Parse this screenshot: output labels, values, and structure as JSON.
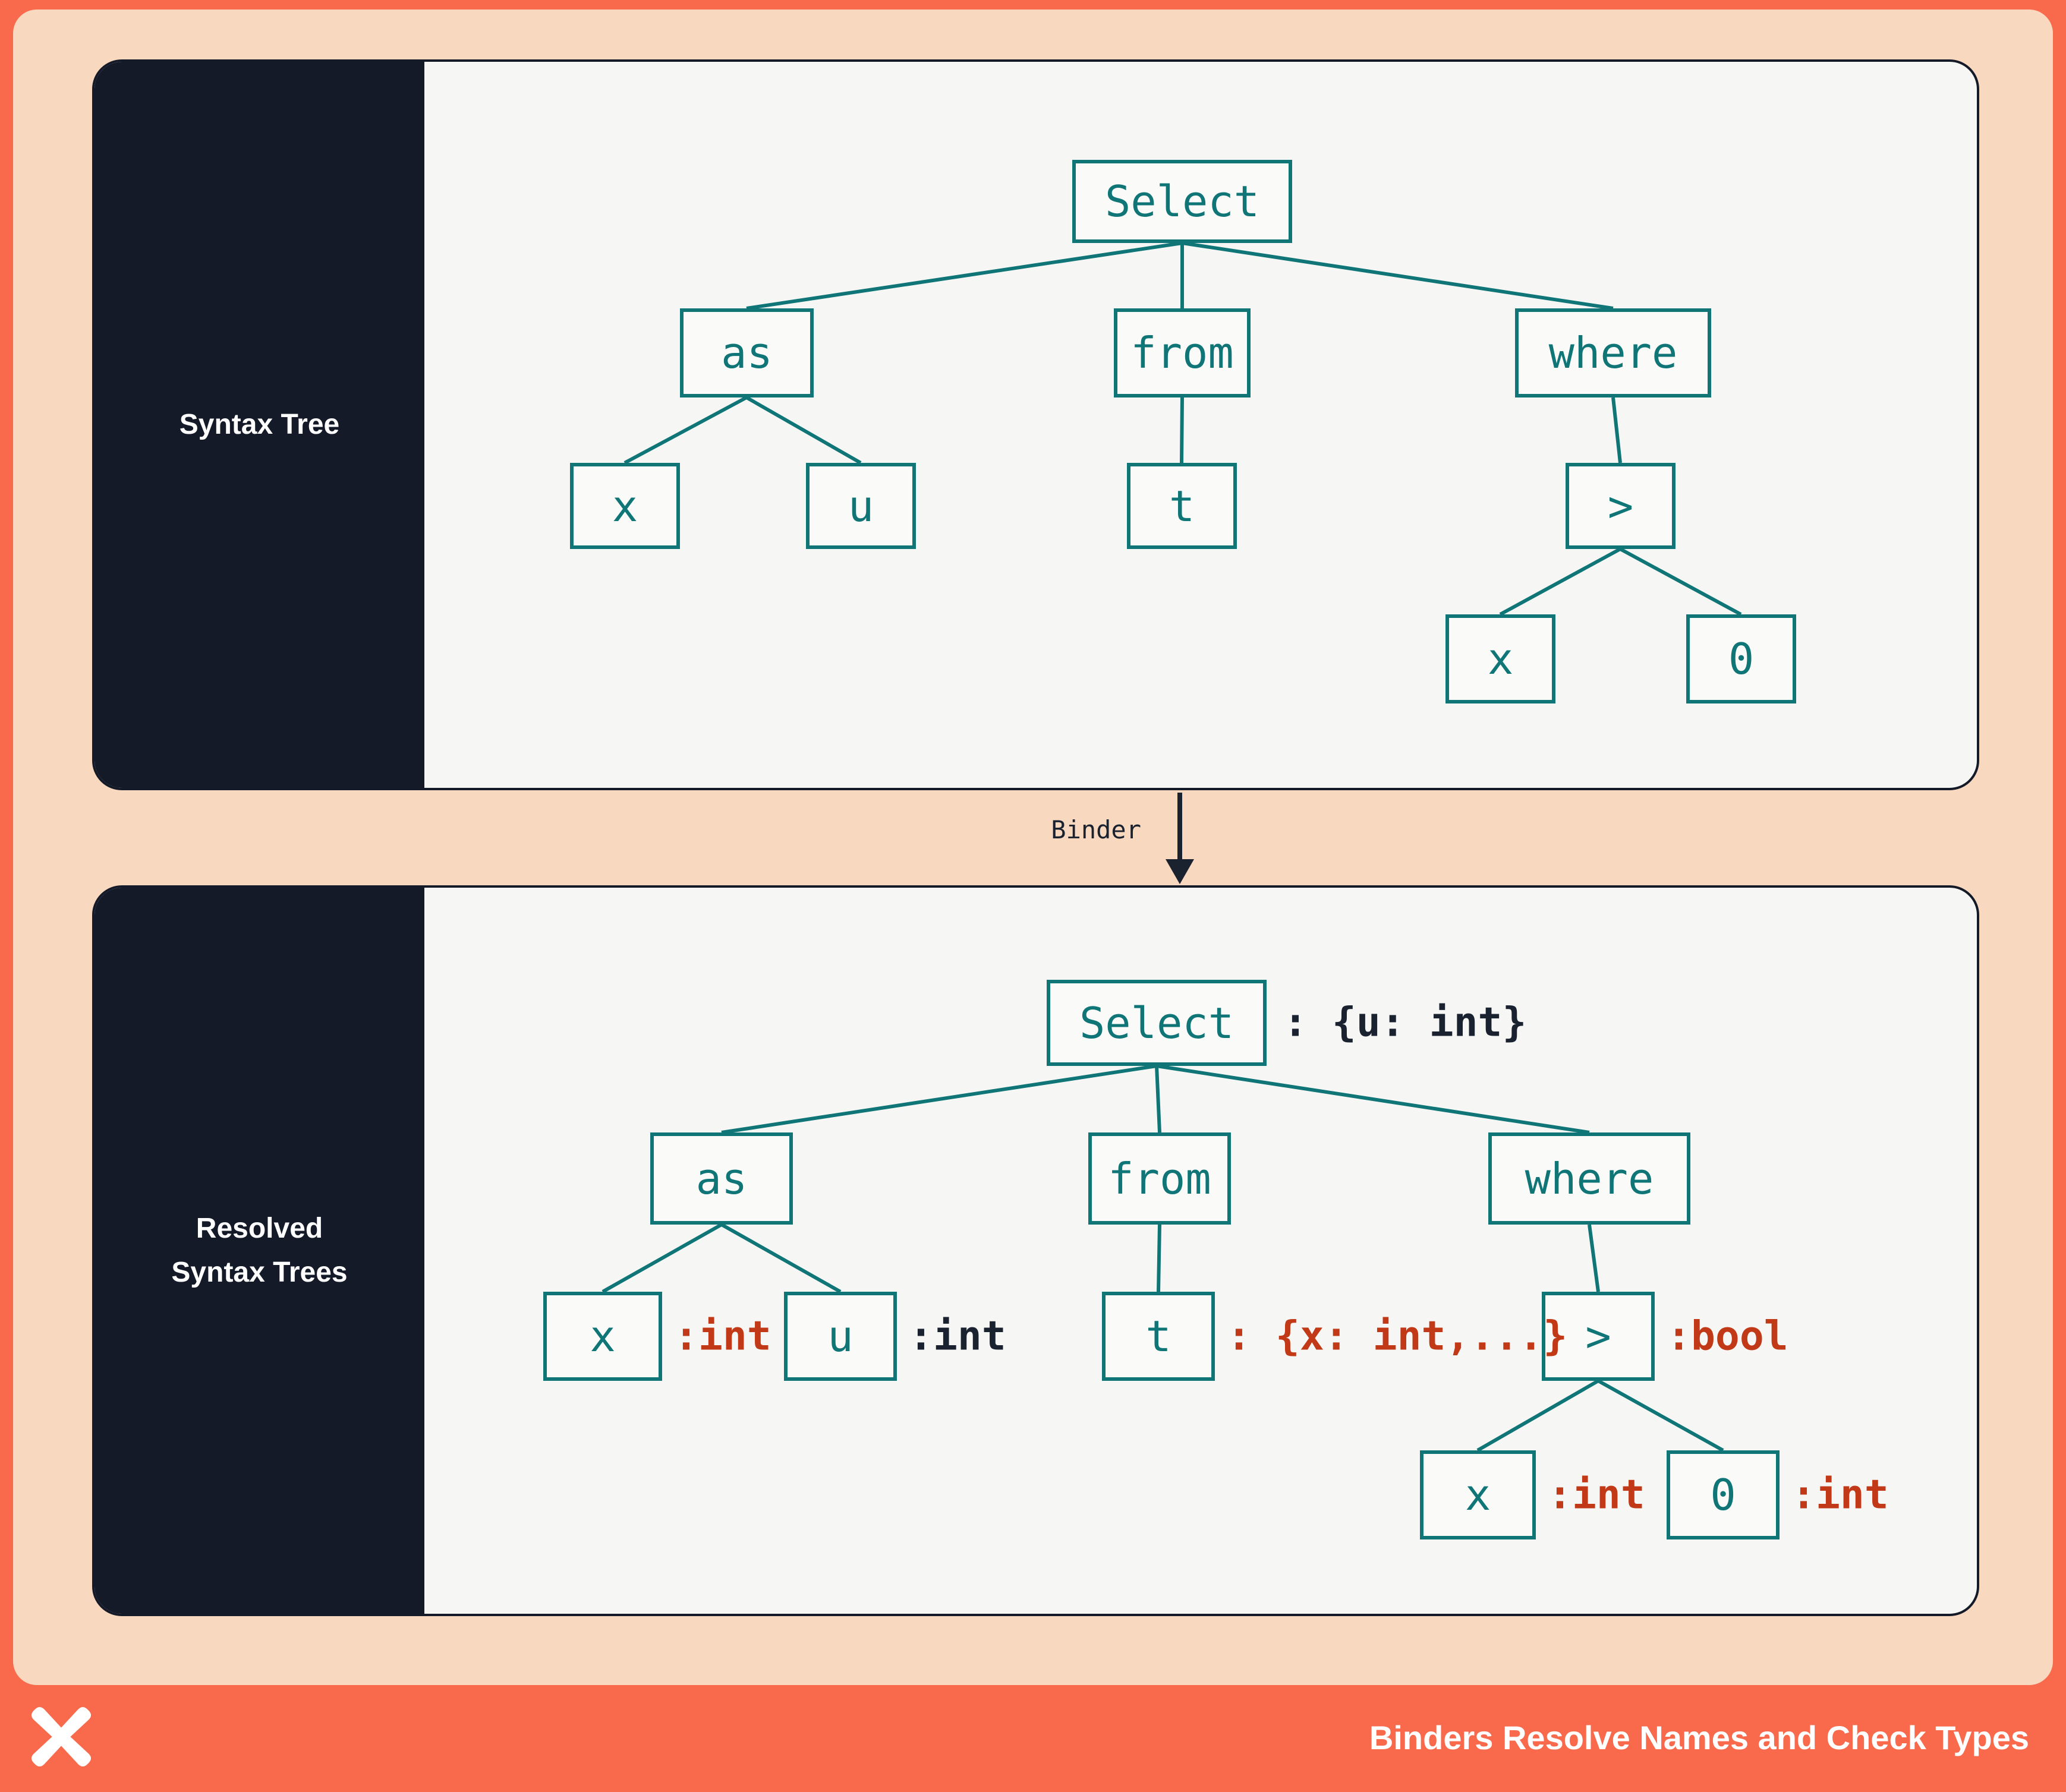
{
  "colors": {
    "coral": "#F96A4D",
    "peach": "#F8D8BE",
    "navy": "#141A28",
    "teal": "#0F7577",
    "card_bg": "#F6F7F4",
    "annotation_red": "#C13917",
    "annotation_navy": "#1A2230"
  },
  "top_panel": {
    "label": "Syntax Tree",
    "nodes": {
      "select": "Select",
      "as": "as",
      "from": "from",
      "where": "where",
      "x1": "x",
      "u": "u",
      "t": "t",
      "gt": ">",
      "x2": "x",
      "zero": "0"
    }
  },
  "binder": {
    "label": "Binder"
  },
  "bottom_panel": {
    "label_line1": "Resolved",
    "label_line2": "Syntax Trees",
    "nodes": {
      "select": "Select",
      "as": "as",
      "from": "from",
      "where": "where",
      "x1": "x",
      "u": "u",
      "t": "t",
      "gt": ">",
      "x2": "x",
      "zero": "0"
    },
    "annotations": {
      "select": ": {u: int}",
      "x1": ":int",
      "u": ":int",
      "t": ": {x: int,...}",
      "gt": ":bool",
      "x2": ":int",
      "zero": ":int"
    }
  },
  "footer": {
    "title": "Binders Resolve Names and Check Types"
  }
}
